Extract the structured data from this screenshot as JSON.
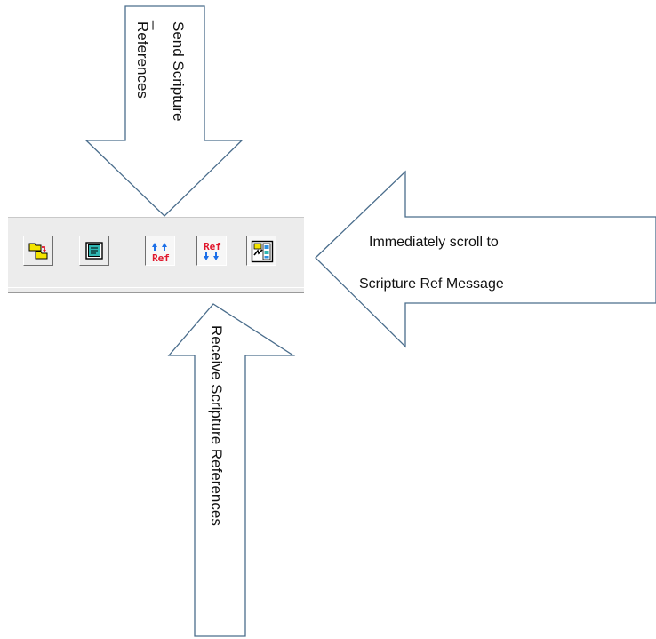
{
  "callouts": {
    "send_line1": "Send Scripture",
    "send_line2": "_",
    "send_line3": "References",
    "receive": "Receive Scripture References",
    "scroll_line1": "Immediately scroll to",
    "scroll_line2": "Scripture Ref Message"
  },
  "toolbar": {
    "buttons": [
      {
        "icon": "folder-transfer-icon",
        "state": "raised"
      },
      {
        "icon": "message-list-icon",
        "state": "raised"
      },
      {
        "icon": "send-ref-up-arrows-icon",
        "label": "Ref",
        "state": "pressed"
      },
      {
        "icon": "receive-ref-down-arrows-icon",
        "label": "Ref",
        "state": "pressed"
      },
      {
        "icon": "scroll-to-ref-icon",
        "state": "pressed"
      }
    ]
  },
  "colors": {
    "arrow_stroke": "#4a6d8c",
    "ref_red": "#e0162b",
    "ref_arrow_blue": "#1c6fe8",
    "folder_yellow": "#f4e400",
    "toolbar_bg": "#ececec"
  }
}
